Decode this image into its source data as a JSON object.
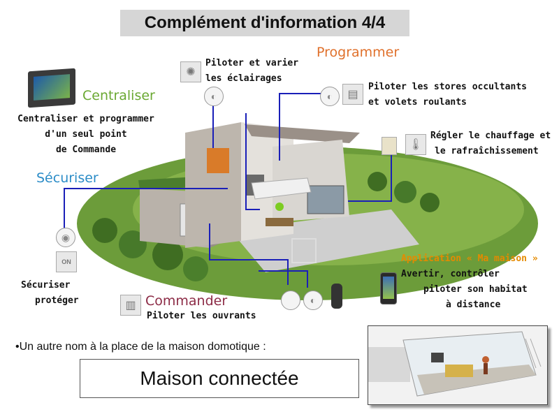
{
  "title": "Complément d'information  4/4",
  "sections": {
    "centraliser": {
      "heading": "Centraliser",
      "lines": [
        "Centraliser et programmer",
        "d'un seul point",
        "de Commande"
      ]
    },
    "eclairage": {
      "lines": [
        "Piloter et varier",
        "les éclairages"
      ]
    },
    "programmer": {
      "heading": "Programmer"
    },
    "stores": {
      "lines": [
        "Piloter les stores occultants",
        "et volets roulants"
      ]
    },
    "chauffage": {
      "lines": [
        "Régler le chauffage et",
        "le rafraîchissement"
      ]
    },
    "securiser": {
      "heading": "Sécuriser",
      "lines": [
        "Sécuriser",
        "protéger"
      ]
    },
    "commander": {
      "heading": "Commander",
      "lines": [
        "Piloter les ouvrants"
      ]
    },
    "application": {
      "title": "Application « Ma maison »",
      "lines": [
        "Avertir, contrôler",
        "piloter son habitat",
        "à distance"
      ]
    }
  },
  "bullet_text": "•Un autre nom à la place de la maison domotique :",
  "answer": "Maison connectée",
  "icons": {
    "sensor": "ON",
    "thermometer": "thermometer-icon",
    "remote": "remote-icon"
  },
  "colors": {
    "wire": "#1a1fb8",
    "centraliser": "#6aa832",
    "securiser": "#2b8cc7",
    "programmer": "#e0712c",
    "commander": "#8c2b46",
    "application": "#e58a00"
  }
}
